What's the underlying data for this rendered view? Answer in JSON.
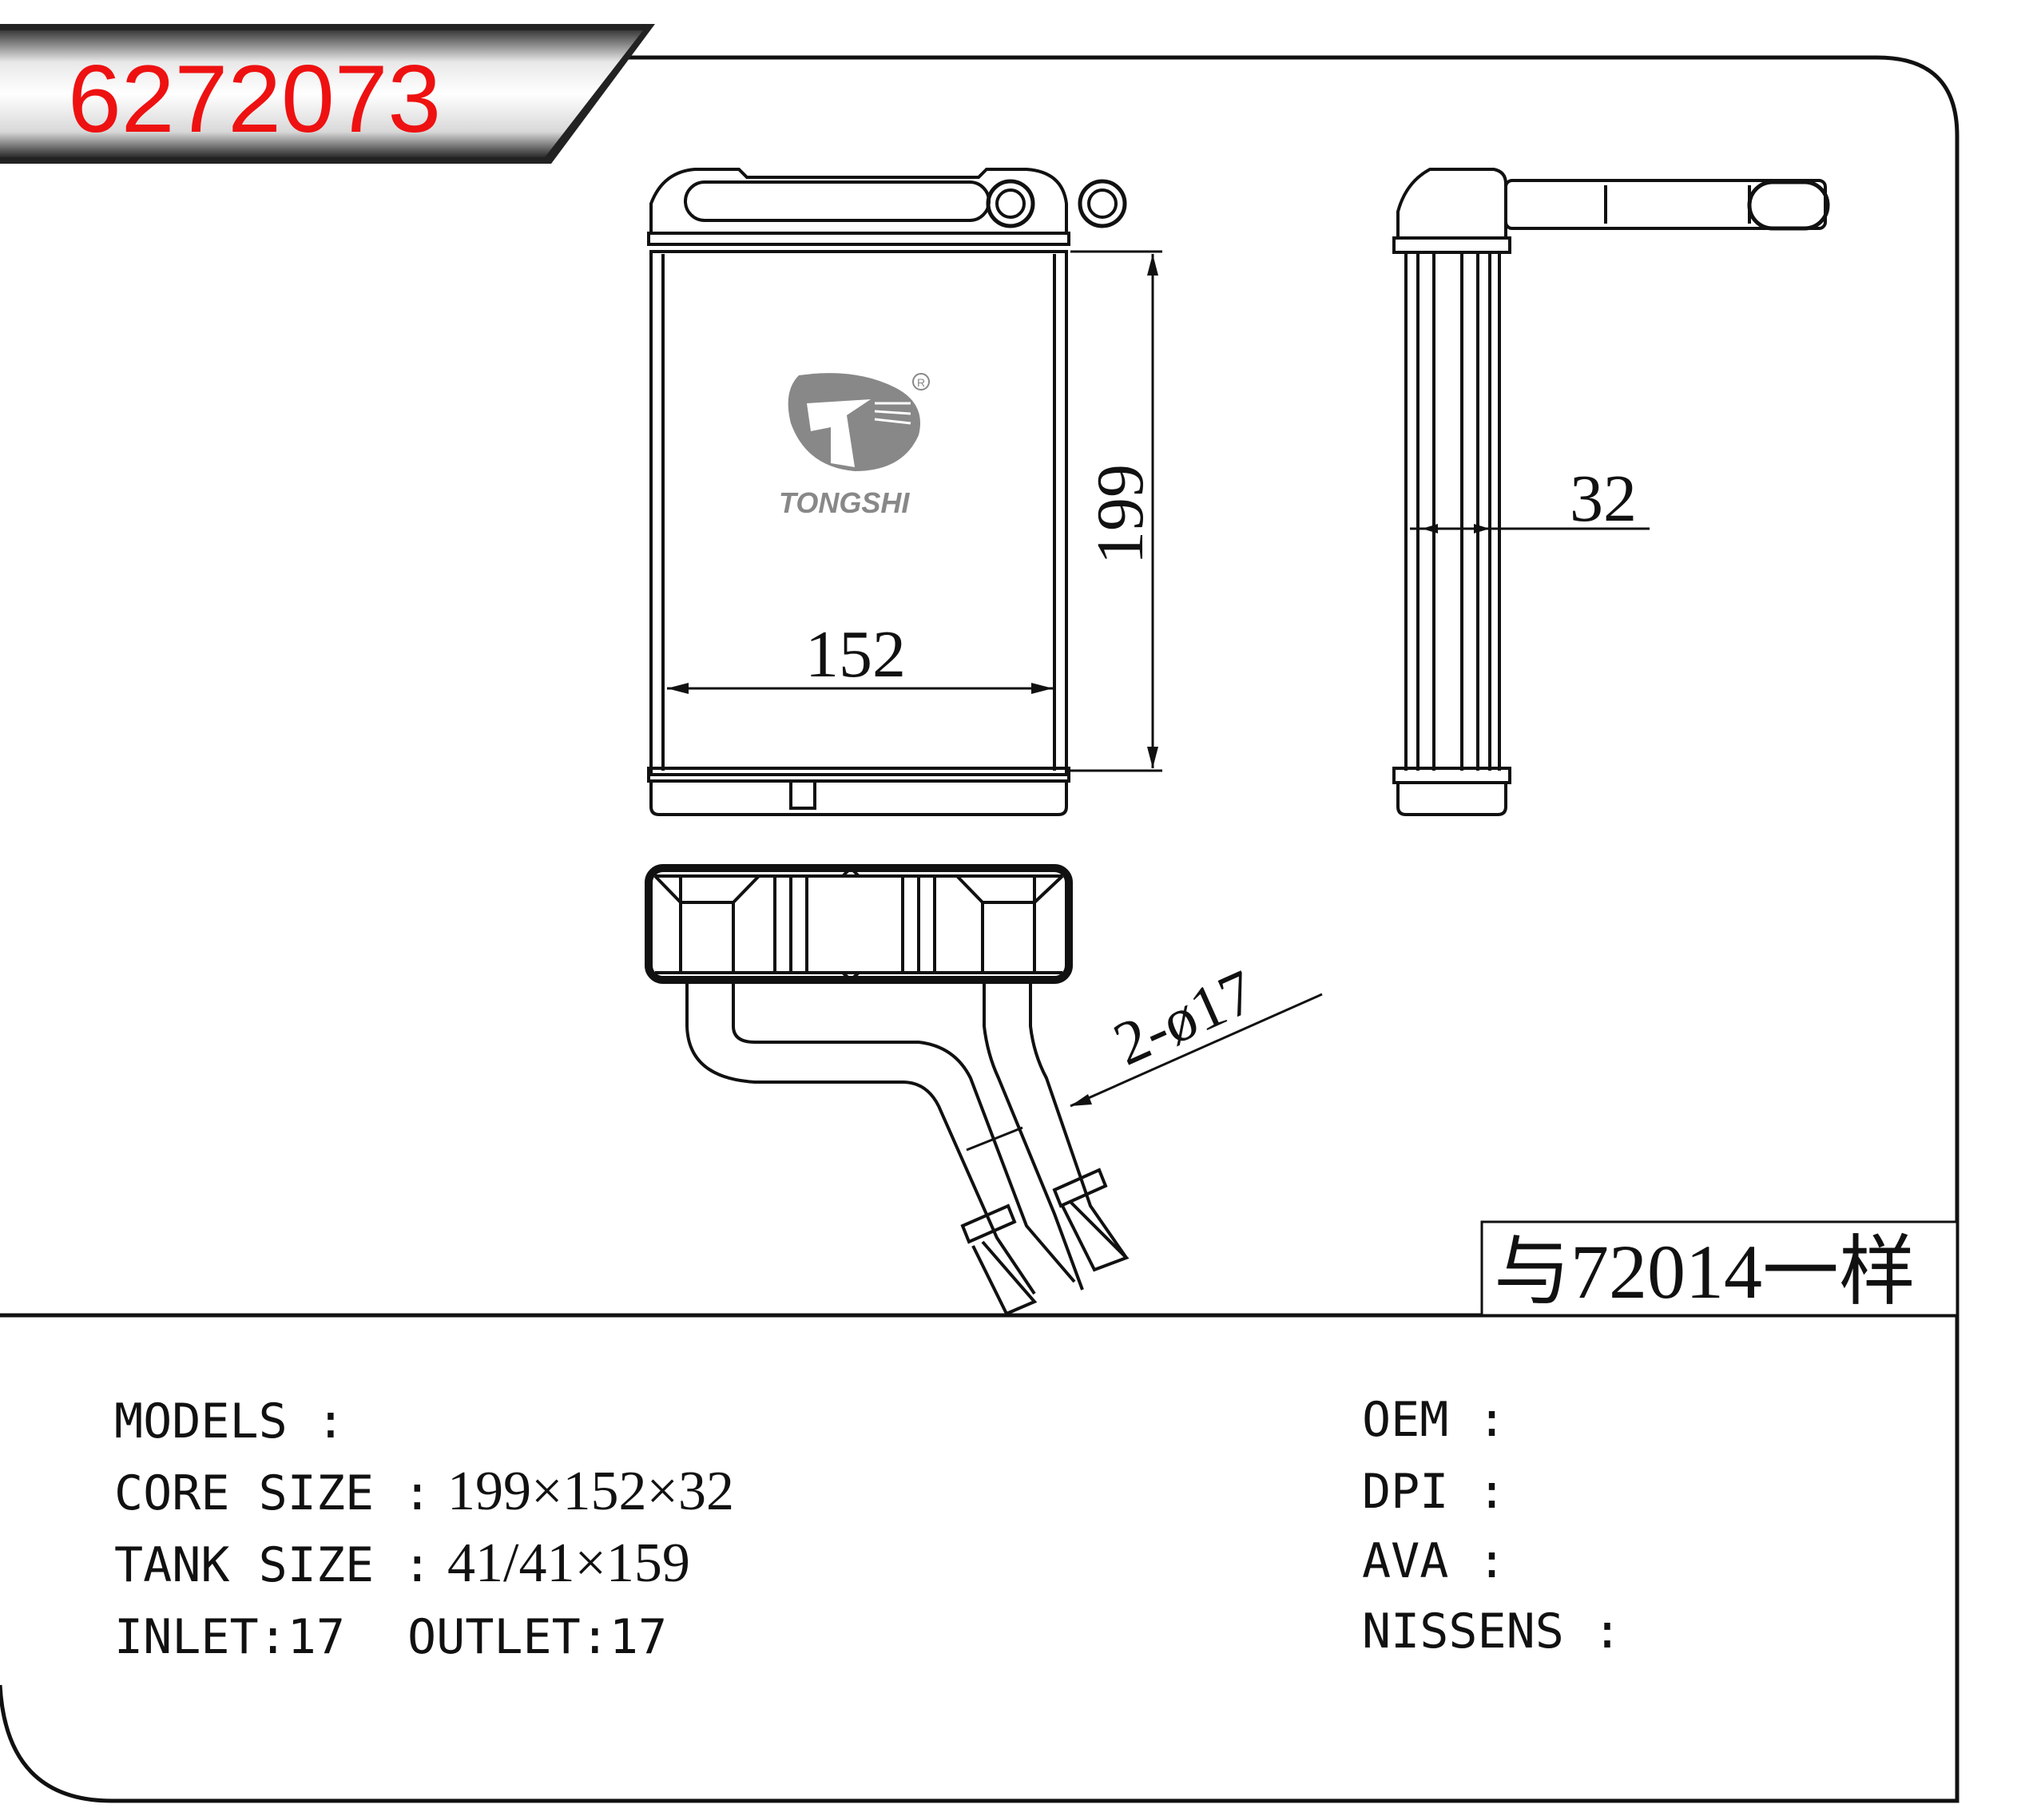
{
  "header": {
    "part_number": "6272073"
  },
  "drawing": {
    "brand": "TONGSHI",
    "registered_mark": "R",
    "dimensions": {
      "height": "199",
      "width": "152",
      "depth": "32",
      "pipes": "2-ø17"
    },
    "note": "与72014一样"
  },
  "specs": {
    "models_label": "MODELS  :",
    "models_value": "",
    "core_label": "CORE SIZE :",
    "core_value": "199×152×32",
    "tank_label": "TANK SIZE :",
    "tank_value": "41/41×159",
    "inlet_label": "INLET:17",
    "outlet_label": "OUTLET:17",
    "oem_label": "OEM  :",
    "dpi_label": "DPI  :",
    "ava_label": "AVA  :",
    "nissens_label": "NISSENS  :"
  },
  "colors": {
    "part_number": "#ee1111",
    "line": "#111111",
    "logo": "#888888"
  }
}
